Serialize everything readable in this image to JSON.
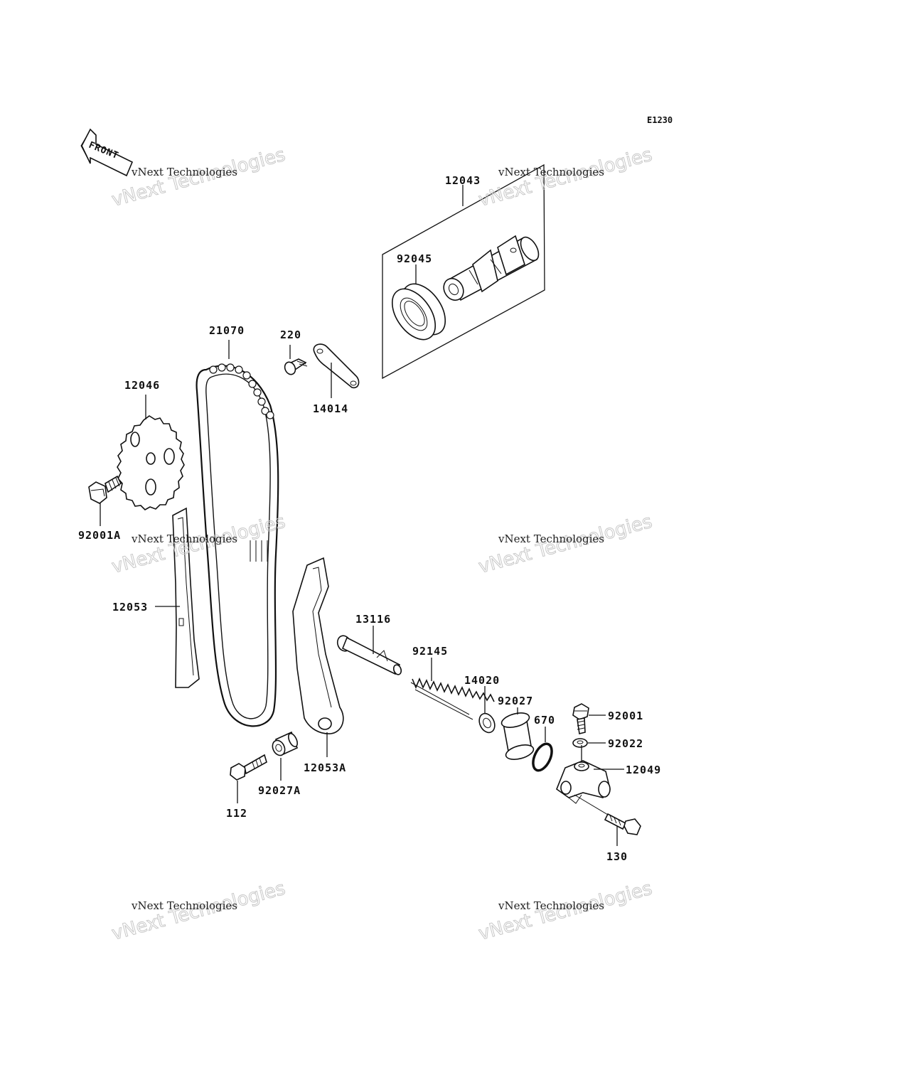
{
  "diagram_code": "E1230",
  "front_label": "FRONT",
  "watermarks": {
    "line1": "vNext Technologies",
    "ghost": "vNext Technologies"
  },
  "parts": {
    "p12043": "12043",
    "p92045": "92045",
    "p21070": "21070",
    "p220": "220",
    "p14014": "14014",
    "p12046": "12046",
    "p92001A": "92001A",
    "p12053": "12053",
    "p13116": "13116",
    "p92145": "92145",
    "p14020": "14020",
    "p92027": "92027",
    "p670": "670",
    "p92001": "92001",
    "p92022": "92022",
    "p12049": "12049",
    "p12053A": "12053A",
    "p112": "112",
    "p92027A": "92027A",
    "p130": "130"
  }
}
